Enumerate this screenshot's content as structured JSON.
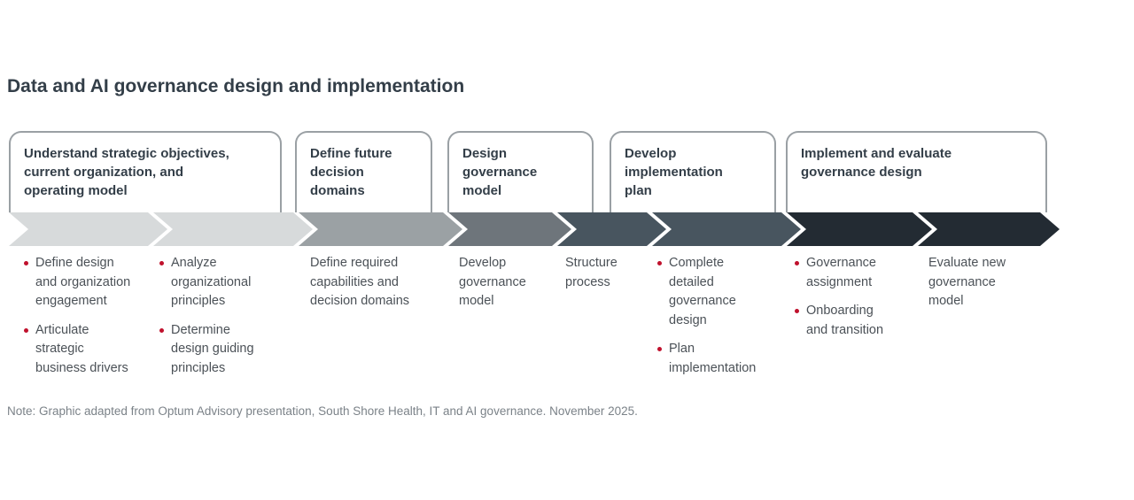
{
  "page": {
    "title": "Data and AI governance design and implementation",
    "note": "Note: Graphic adapted from Optum Advisory presentation, South Shore Health, IT and AI governance. November 2025."
  },
  "colors": {
    "title_text": "#333e48",
    "box_border": "#9aa0a4",
    "body_text": "#4b5157",
    "bullet_dot": "#c0112d",
    "note_text": "#7b8288",
    "chevron_light": "#d7dadb",
    "chevron_medium": "#9ba1a4",
    "chevron_gray": "#6e757b",
    "chevron_slate": "#48555f",
    "chevron_dark": "#232b33"
  },
  "stages": [
    {
      "title": "Understand strategic objectives,\ncurrent organization, and\noperating model"
    },
    {
      "title": "Define future\ndecision\ndomains"
    },
    {
      "title": "Design\ngovernance\nmodel"
    },
    {
      "title": "Develop\nimplementation\nplan"
    },
    {
      "title": "Implement and evaluate\ngovernance design"
    }
  ],
  "chevrons": {
    "colors": [
      "#d7dadb",
      "#d7dadb",
      "#9ba1a4",
      "#6e757b",
      "#48555f",
      "#48555f",
      "#232b33",
      "#232b33"
    ]
  },
  "columns": [
    {
      "items": [
        {
          "bullet": true,
          "text": "Define design\nand organization\nengagement"
        },
        {
          "bullet": true,
          "text": "Articulate\nstrategic\nbusiness drivers"
        }
      ]
    },
    {
      "items": [
        {
          "bullet": true,
          "text": "Analyze\norganizational\nprinciples"
        },
        {
          "bullet": true,
          "text": "Determine\ndesign guiding\nprinciples"
        }
      ]
    },
    {
      "items": [
        {
          "bullet": false,
          "text": "Define required\ncapabilities and\ndecision domains"
        }
      ]
    },
    {
      "items": [
        {
          "bullet": false,
          "text": "Develop\ngovernance\nmodel"
        }
      ]
    },
    {
      "items": [
        {
          "bullet": false,
          "text": "Structure\nprocess"
        }
      ]
    },
    {
      "items": [
        {
          "bullet": true,
          "text": "Complete\ndetailed\ngovernance\ndesign"
        },
        {
          "bullet": true,
          "text": "Plan\nimplementation"
        }
      ]
    },
    {
      "items": [
        {
          "bullet": true,
          "text": "Governance\nassignment"
        },
        {
          "bullet": true,
          "text": "Onboarding\nand transition"
        }
      ]
    },
    {
      "items": [
        {
          "bullet": false,
          "text": "Evaluate new\ngovernance\nmodel"
        }
      ]
    }
  ]
}
